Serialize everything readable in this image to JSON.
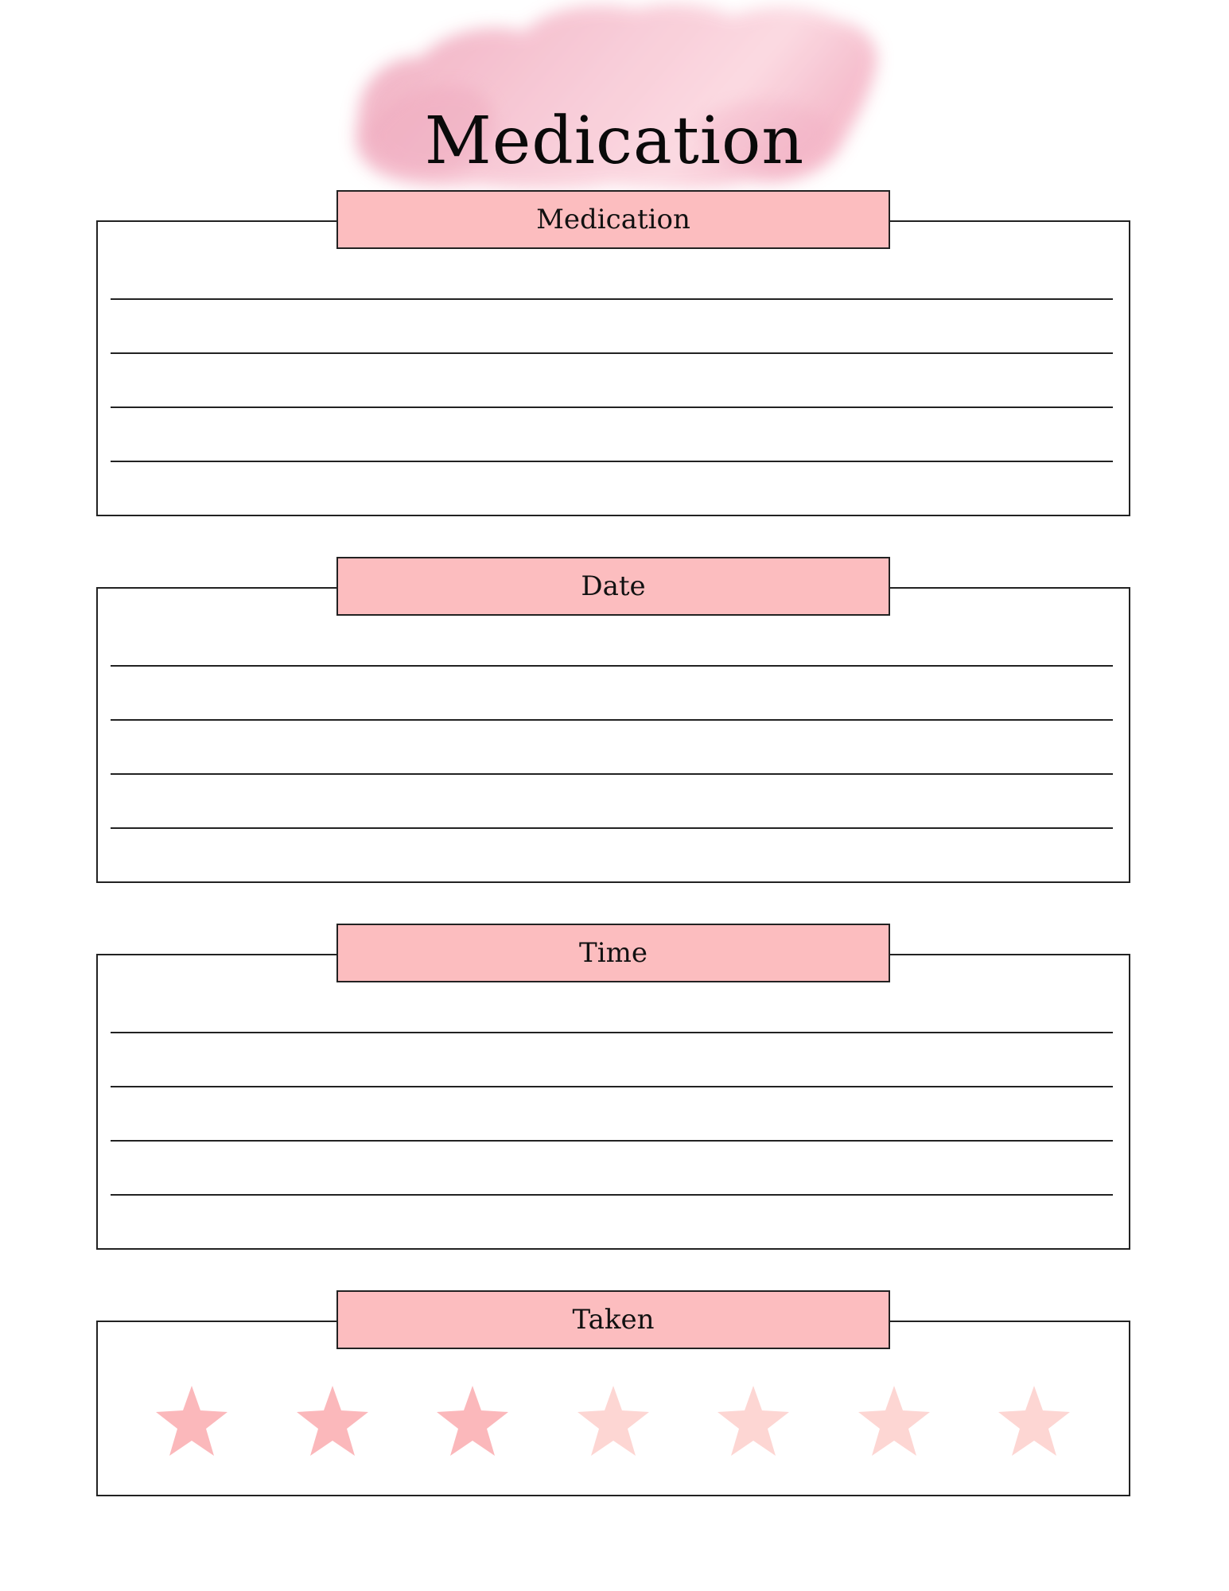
{
  "page": {
    "title": "Medication"
  },
  "sections": [
    {
      "label": "Medication",
      "lines": 4
    },
    {
      "label": "Date",
      "lines": 4
    },
    {
      "label": "Time",
      "lines": 4
    },
    {
      "label": "Taken"
    }
  ],
  "tracker": {
    "total_stars": 7,
    "highlighted_stars": 3
  },
  "colors": {
    "header_fill": "#fcbdbf",
    "star_highlighted": "#fbb8bb",
    "star_faded": "#fdd6d3",
    "border": "#222222",
    "blob": "#f3b3c6"
  },
  "icons": {
    "star": "star-icon"
  }
}
